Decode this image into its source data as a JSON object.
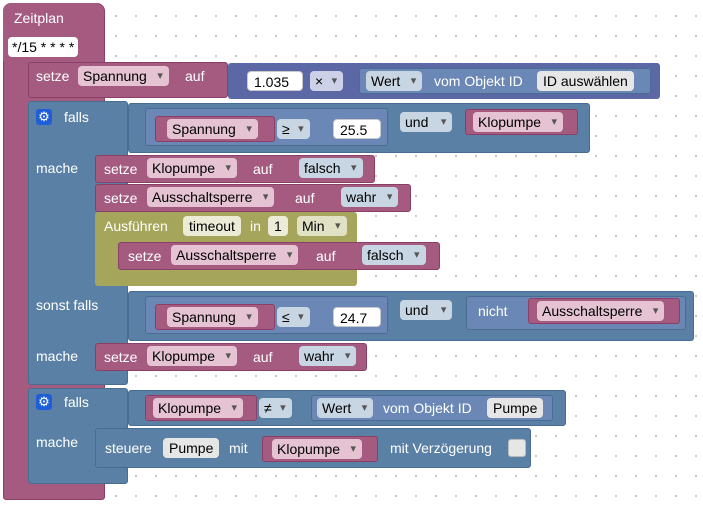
{
  "hat": {
    "title": "Zeitplan",
    "cron": "*/15 * * * *"
  },
  "set1": {
    "setze": "setze",
    "var": "Spannung",
    "auf": "auf",
    "num": "1.035",
    "op": "×",
    "wert": "Wert",
    "vom": "vom Objekt ID",
    "id": "ID auswählen"
  },
  "if1": {
    "falls": "falls",
    "mache": "mache",
    "sonst_falls": "sonst falls",
    "var1": "Spannung",
    "op1": "≥",
    "num1": "25.5",
    "und": "und",
    "var2": "Klopumpe",
    "setze": "setze",
    "auf": "auf",
    "s1_var": "Klopumpe",
    "s1_val": "falsch",
    "s2_var": "Ausschaltsperre",
    "s2_val": "wahr",
    "ausfuehren": "Ausführen",
    "timeout": "timeout",
    "in": "in",
    "in_num": "1",
    "unit": "Min",
    "s3_var": "Ausschaltsperre",
    "s3_val": "falsch",
    "var3": "Spannung",
    "op2": "≤",
    "num2": "24.7",
    "und2": "und",
    "nicht": "nicht",
    "var4": "Ausschaltsperre",
    "s4_var": "Klopumpe",
    "s4_val": "wahr"
  },
  "if2": {
    "falls": "falls",
    "mache": "mache",
    "var": "Klopumpe",
    "op": "≠",
    "wert": "Wert",
    "vom": "vom Objekt ID",
    "id": "Pumpe",
    "steuere": "steuere",
    "pumpe": "Pumpe",
    "mit": "mit",
    "klopumpe": "Klopumpe",
    "verz": "mit Verzögerung"
  }
}
